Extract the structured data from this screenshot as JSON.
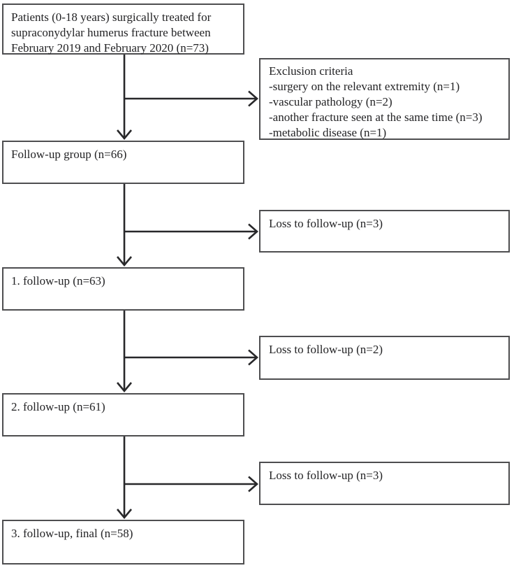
{
  "diagram": {
    "boxes": {
      "patients": {
        "lines": [
          "Patients (0-18 years) surgically treated for",
          "supraconydylar humerus fracture between",
          "February 2019 and February 2020 (n=73)"
        ]
      },
      "exclusion": {
        "lines": [
          "Exclusion criteria",
          "-surgery on the relevant extremity (n=1)",
          "-vascular pathology (n=2)",
          "-another fracture seen at the same time (n=3)",
          "-metabolic disease (n=1)"
        ]
      },
      "followup_group": {
        "label": "Follow-up group (n=66)"
      },
      "loss_1": {
        "label": "Loss to follow-up (n=3)"
      },
      "followup_1": {
        "label": "1. follow-up (n=63)"
      },
      "loss_2": {
        "label": "Loss to follow-up (n=2)"
      },
      "followup_2": {
        "label": "2. follow-up (n=61)"
      },
      "loss_3": {
        "label": "Loss to follow-up (n=3)"
      },
      "followup_3_final": {
        "label": "3. follow-up, final (n=58)"
      }
    },
    "colors": {
      "box_border": "#4e4e50",
      "arrow": "#28282a",
      "text": "#232325",
      "background": "#ffffff"
    }
  }
}
